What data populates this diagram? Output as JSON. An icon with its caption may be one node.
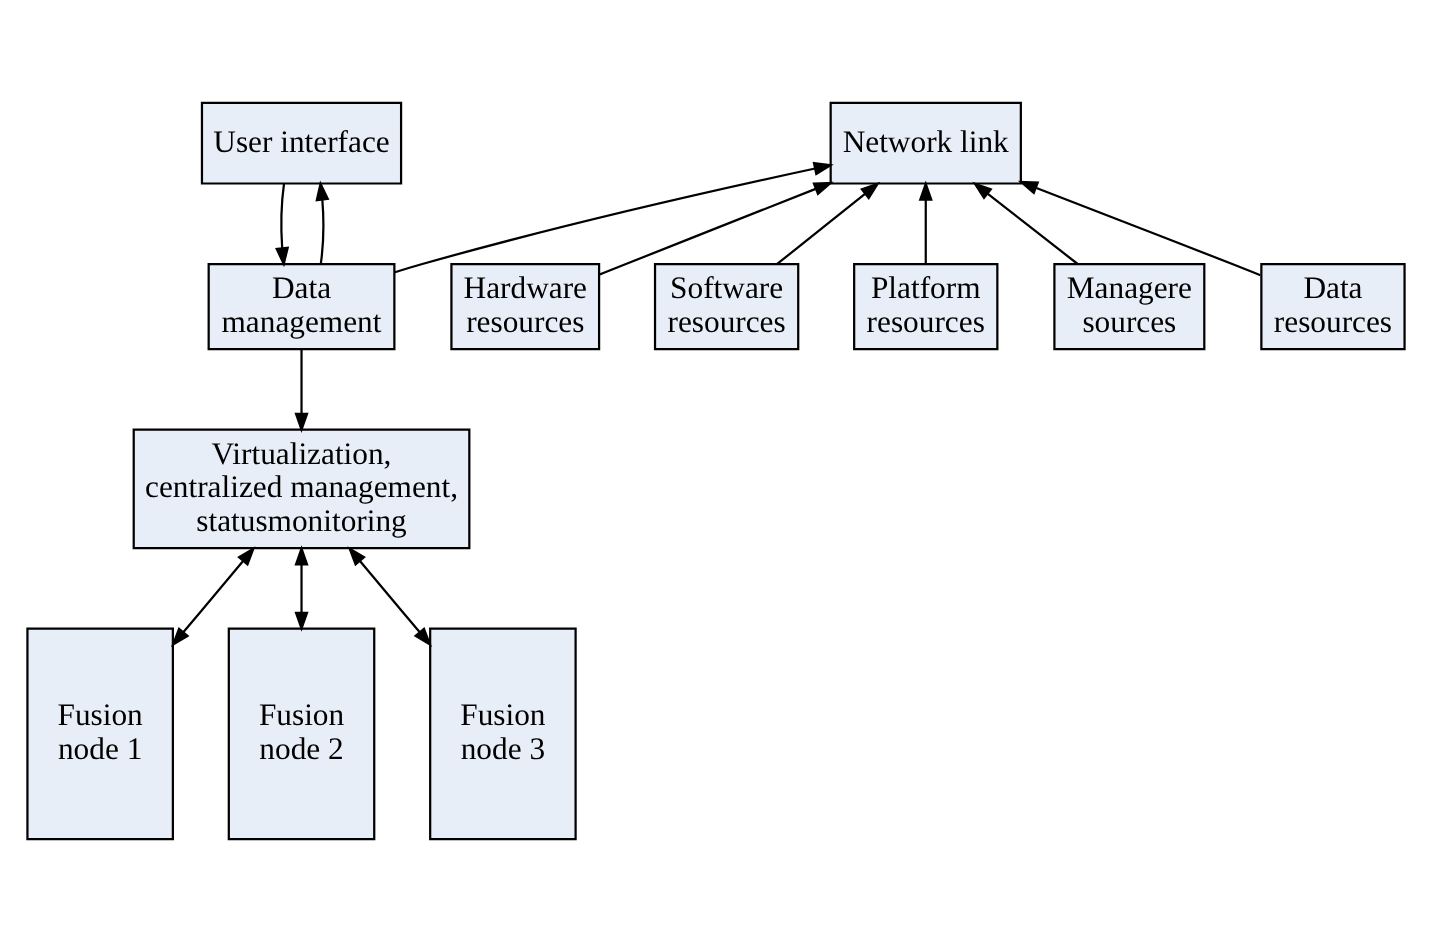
{
  "diagram": {
    "nodes": [
      {
        "text": [
          "User interface"
        ]
      },
      {
        "text": [
          "Data management"
        ]
      },
      {
        "text": [
          "Virtualization, centralized management, statusmonitoring"
        ]
      },
      {
        "text": [
          "Fusion node 1"
        ]
      },
      {
        "text": [
          "Fusion node 2"
        ]
      },
      {
        "text": [
          "Fusion node 3"
        ]
      },
      {
        "text": [
          "Network link"
        ]
      },
      {
        "text": [
          "Hardware resources"
        ]
      },
      {
        "text": [
          "Software resources"
        ]
      },
      {
        "text": [
          "Platform resources"
        ]
      },
      {
        "text": [
          "Managere sources"
        ]
      },
      {
        "text": [
          "Data resources"
        ]
      }
    ],
    "edges": [
      {
        "from": 0,
        "to": 1,
        "arrow": "to"
      },
      {
        "from": 1,
        "to": 0,
        "arrow": "to"
      },
      {
        "from": 1,
        "to": 6,
        "arrow": "to"
      },
      {
        "from": 1,
        "to": 2,
        "arrow": "to"
      },
      {
        "from": 2,
        "to": 3,
        "arrow": "both"
      },
      {
        "from": 2,
        "to": 4,
        "arrow": "both"
      },
      {
        "from": 2,
        "to": 5,
        "arrow": "both"
      },
      {
        "from": 7,
        "to": 6,
        "arrow": "to"
      },
      {
        "from": 8,
        "to": 6,
        "arrow": "to"
      },
      {
        "from": 9,
        "to": 6,
        "arrow": "to"
      },
      {
        "from": 10,
        "to": 6,
        "arrow": "to"
      },
      {
        "from": 11,
        "to": 6,
        "arrow": "to"
      }
    ]
  }
}
